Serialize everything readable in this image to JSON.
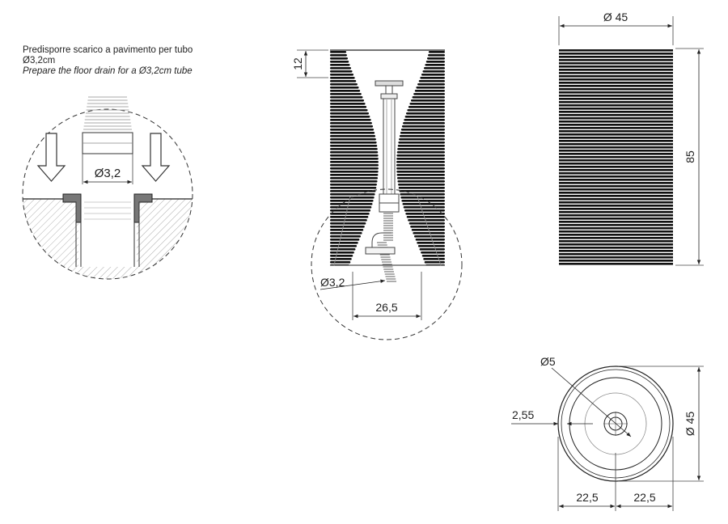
{
  "note": {
    "it_text": "Predisporre scarico a pavimento per tubo Ø3,2cm",
    "en_text": "Prepare the floor drain for a Ø3,2cm tube"
  },
  "detail": {
    "pipe_diameter": "Ø3,2"
  },
  "section": {
    "top_height": "12",
    "drain_diameter": "Ø3,2",
    "drain_offset": "26,5"
  },
  "elevation": {
    "diameter": "Ø 45",
    "height": "85"
  },
  "plan": {
    "hole_diameter": "Ø5",
    "offset": "2,55",
    "diameter": "Ø 45",
    "half_left": "22,5",
    "half_right": "22,5"
  }
}
